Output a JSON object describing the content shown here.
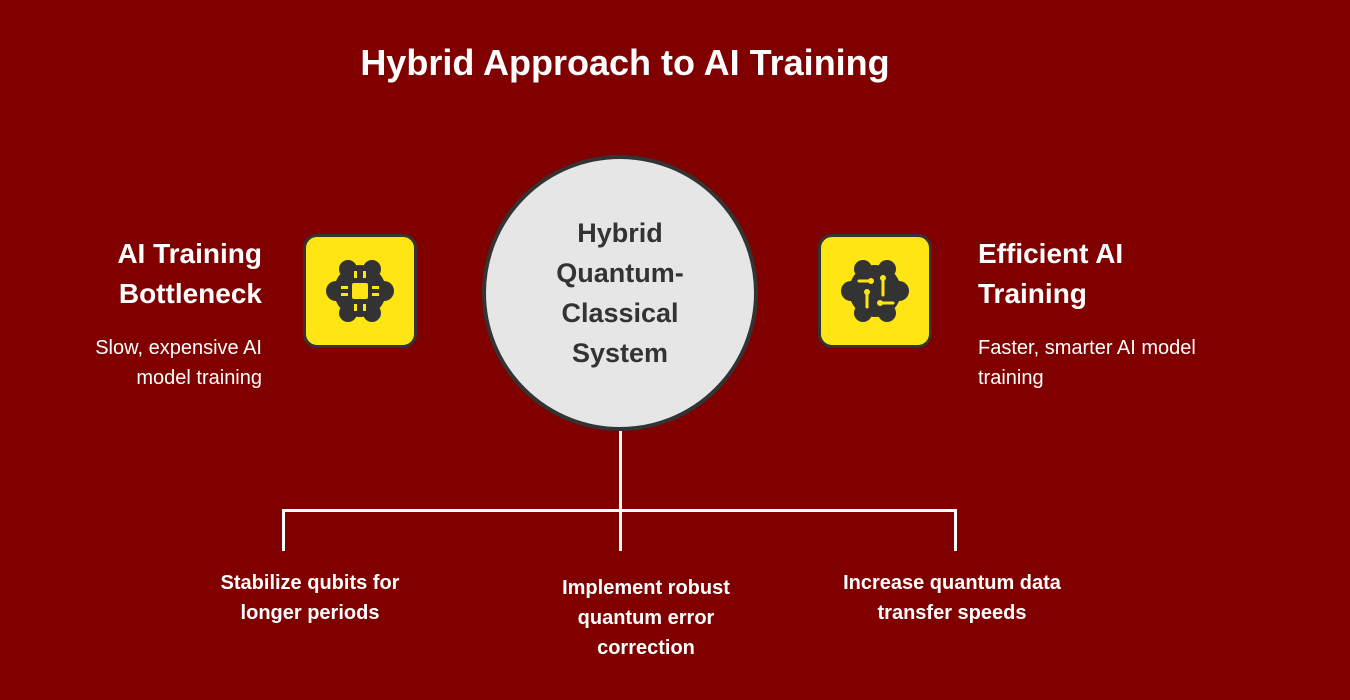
{
  "title": "Hybrid Approach to AI Training",
  "left": {
    "heading_line1": "AI Training",
    "heading_line2": "Bottleneck",
    "desc_line1": "Slow, expensive AI",
    "desc_line2": "model training",
    "icon": "brain-chip-icon"
  },
  "center": {
    "line1": "Hybrid",
    "line2": "Quantum-",
    "line3": "Classical",
    "line4": "System"
  },
  "right": {
    "heading_line1": "Efficient AI",
    "heading_line2": "Training",
    "desc_line1": "Faster, smarter AI model",
    "desc_line2": "training",
    "icon": "brain-circuit-icon"
  },
  "branches": [
    {
      "line1": "Stabilize qubits for",
      "line2": "longer periods"
    },
    {
      "line1": "Implement robust",
      "line2": "quantum error",
      "line3": "correction"
    },
    {
      "line1": "Increase quantum data",
      "line2": "transfer speeds"
    }
  ],
  "colors": {
    "background": "#800000",
    "icon_bg": "#ffe514",
    "circle": "#e6e6e6",
    "dark": "#333333"
  }
}
